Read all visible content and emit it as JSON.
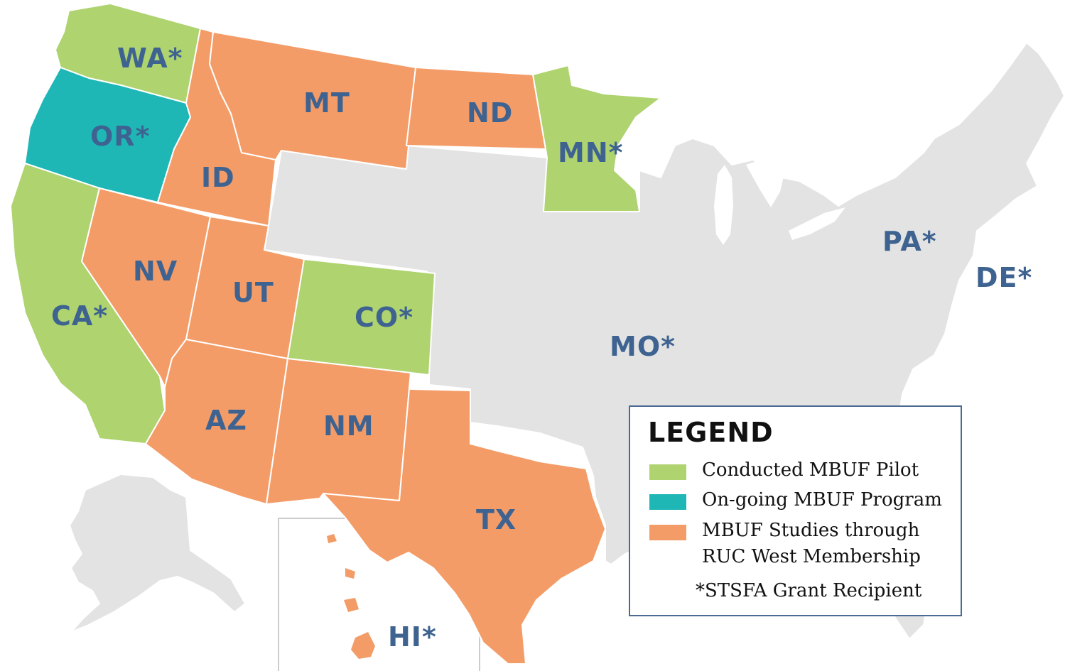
{
  "colors": {
    "pilot": "#aed36f",
    "program": "#1fb7b6",
    "studies": "#f49c67",
    "other": "#e3e3e3",
    "label": "#3f6391"
  },
  "labels": {
    "wa": "WA*",
    "or": "OR*",
    "ca": "CA*",
    "id": "ID",
    "nv": "NV",
    "mt": "MT",
    "ut": "UT",
    "az": "AZ",
    "nm": "NM",
    "co": "CO*",
    "nd": "ND",
    "mn": "MN*",
    "tx": "TX",
    "mo": "MO*",
    "pa": "PA*",
    "de": "DE*",
    "hi": "HI*"
  },
  "legend": {
    "title": "LEGEND",
    "items": [
      {
        "label": "Conducted MBUF Pilot",
        "color": "#aed36f"
      },
      {
        "label": "On-going MBUF Program",
        "color": "#1fb7b6"
      },
      {
        "label": "MBUF Studies through RUC West Membership",
        "color": "#f49c67"
      }
    ],
    "note": "*STSFA Grant Recipient"
  }
}
